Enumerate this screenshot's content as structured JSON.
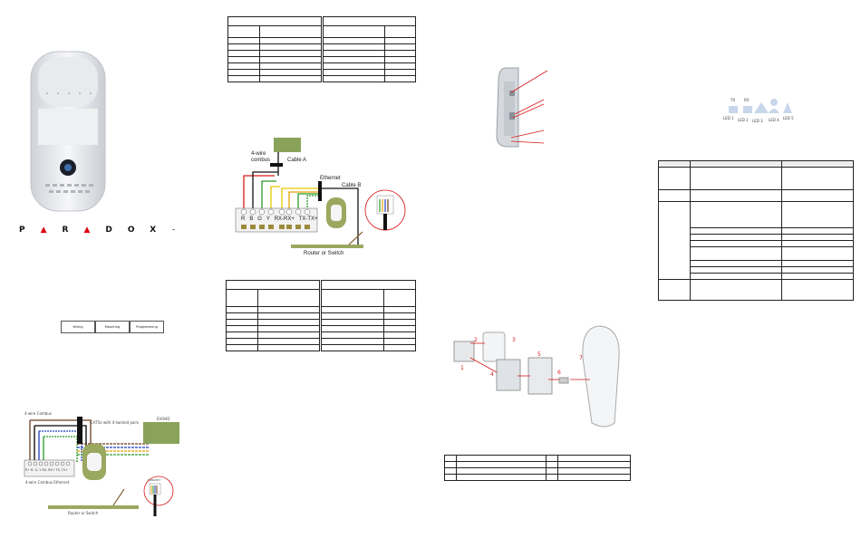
{
  "brand": {
    "letters": [
      "P",
      "A",
      "R",
      "A",
      "D",
      "O",
      "X"
    ],
    "trademark": "™"
  },
  "flow": {
    "steps": [
      "Wiring",
      "Mounting",
      "Programming"
    ]
  },
  "diagram1": {
    "cable_a": "Cable A",
    "combus": "4-wire\ncombus",
    "ethernet": "Ethernet",
    "cable_b": "Cable B",
    "terminals": [
      "R",
      "B",
      "G",
      "Y",
      "RX-",
      "RX+",
      "TX-",
      "TX+"
    ],
    "router": "Router or Switch"
  },
  "diagram2": {
    "combus_top": "4-wire Combus",
    "cat5": "CAT5e with 4 twisted pairs",
    "module": "EVOHD",
    "terminal_row": "R+ B- G- Y RX- RX+ TX- TX+",
    "bottom_left": "4-wire Combus   Ethernet",
    "router": "Router or Switch",
    "plug": "10BASE-T"
  },
  "assembly": {
    "numbers": [
      "1",
      "2",
      "3",
      "4",
      "5",
      "6",
      "7"
    ]
  },
  "leds": {
    "top_labels": [
      "TX",
      "RX"
    ],
    "labels": [
      "LED 1",
      "LED 2",
      "LED 3",
      "LED 4",
      "LED 5"
    ]
  },
  "colors": {
    "red": "#d81a1a",
    "board": "#8aa35a",
    "wire_green": "#2a9a2a",
    "wire_yellow": "#e6c800"
  }
}
